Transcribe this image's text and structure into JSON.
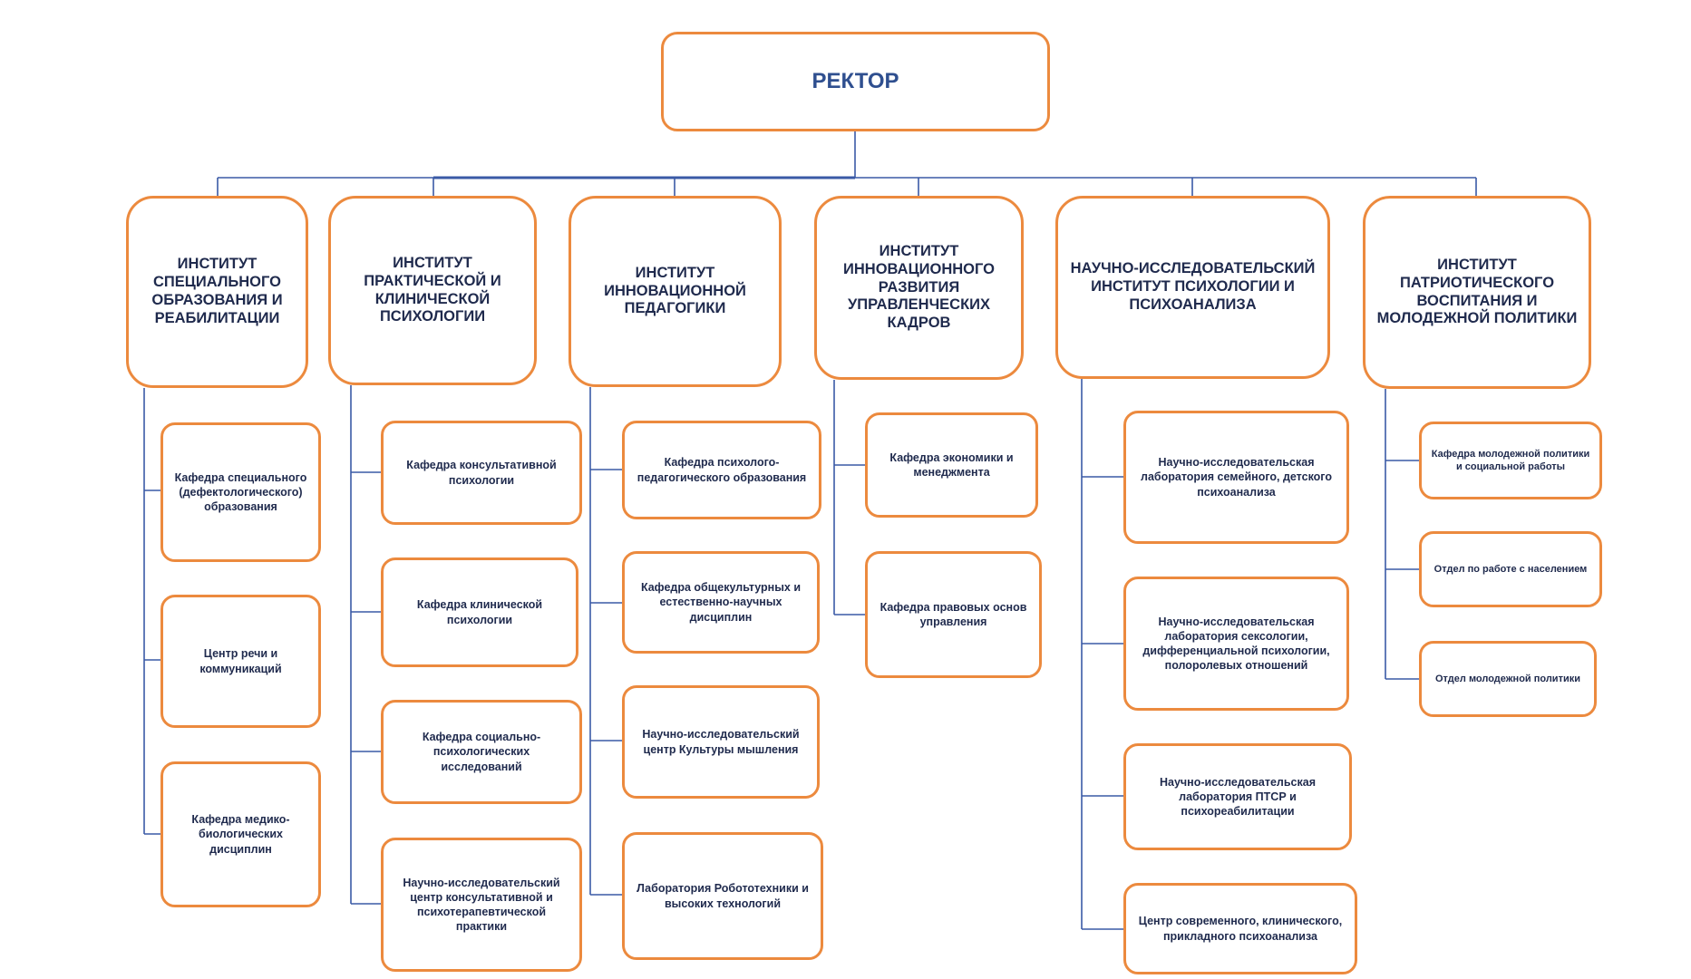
{
  "rector": "РЕКТОР",
  "institutes": [
    {
      "title": "ИНСТИТУТ СПЕЦИАЛЬНОГО ОБРАЗОВАНИЯ И РЕАБИЛИТАЦИИ",
      "units": [
        "Кафедра специального (дефектологического) образования",
        "Центр речи и коммуникаций",
        "Кафедра медико-биологических дисциплин"
      ]
    },
    {
      "title": "ИНСТИТУТ ПРАКТИЧЕСКОЙ И КЛИНИЧЕСКОЙ ПСИХОЛОГИИ",
      "units": [
        "Кафедра консультативной психологии",
        "Кафедра клинической психологии",
        "Кафедра социально-психологических исследований",
        "Научно-исследовательский центр консультативной и психотерапевтической практики"
      ]
    },
    {
      "title": "ИНСТИТУТ ИННОВАЦИОННОЙ ПЕДАГОГИКИ",
      "units": [
        "Кафедра психолого-педагогического образования",
        "Кафедра общекультурных и естественно-научных дисциплин",
        "Научно-исследовательский центр Культуры мышления",
        "Лаборатория Робототехники и высоких технологий"
      ]
    },
    {
      "title": "ИНСТИТУТ ИННОВАЦИОННОГО РАЗВИТИЯ УПРАВЛЕНЧЕСКИХ КАДРОВ",
      "units": [
        "Кафедра экономики и менеджмента",
        "Кафедра правовых основ управления"
      ]
    },
    {
      "title": "НАУЧНО-ИССЛЕДОВАТЕЛЬСКИЙ ИНСТИТУТ ПСИХОЛОГИИ И ПСИХОАНАЛИЗА",
      "units": [
        "Научно-исследовательская лаборатория семейного, детского психоанализа",
        "Научно-исследовательская лаборатория сексологии, дифференциальной психологии, полоролевых отношений",
        "Научно-исследовательская лаборатория ПТСР и психореабилитации",
        "Центр современного, клинического, прикладного психоанализа"
      ]
    },
    {
      "title": "ИНСТИТУТ ПАТРИОТИЧЕСКОГО ВОСПИТАНИЯ И МОЛОДЕЖНОЙ ПОЛИТИКИ",
      "units": [
        "Кафедра молодежной политики и социальной работы",
        "Отдел по работе с населением",
        "Отдел молодежной политики"
      ]
    }
  ],
  "colors": {
    "border": "#ec8a3e",
    "line": "#3a5aa6",
    "text": "#1f2a4d",
    "rector_text": "#2f4f8f"
  }
}
